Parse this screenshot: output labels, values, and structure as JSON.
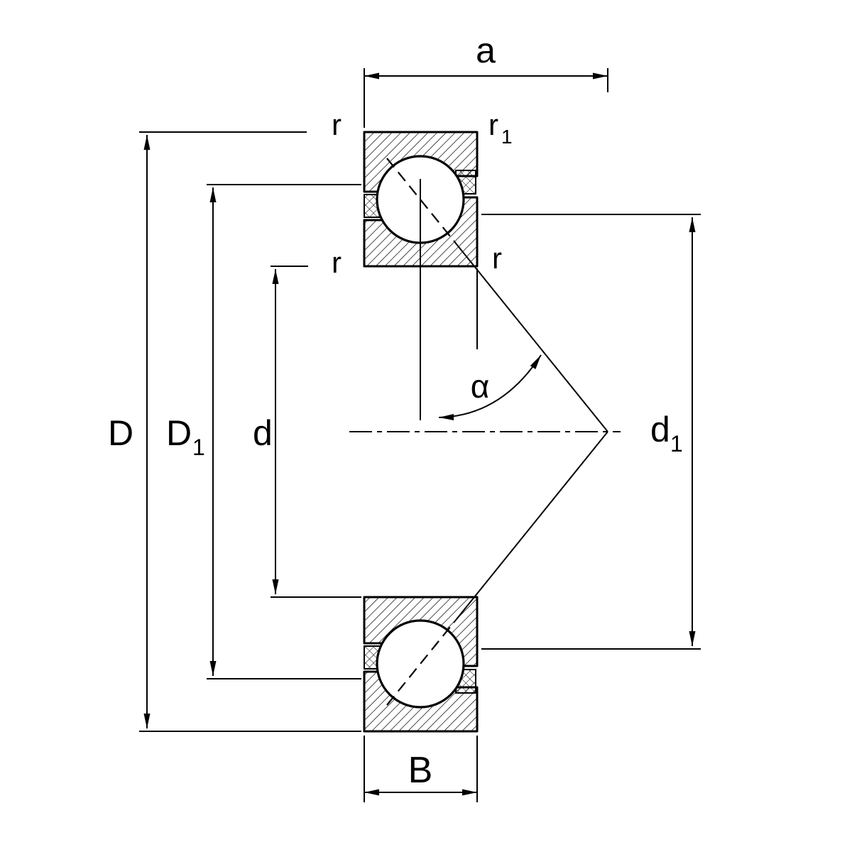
{
  "drawing": {
    "background_color": "#ffffff",
    "line_color": "#000000",
    "dimensions": {
      "a": {
        "label": "a"
      },
      "B": {
        "label": "B"
      },
      "D": {
        "label": "D"
      },
      "D1": {
        "label": "D",
        "sub": "1"
      },
      "d": {
        "label": "d"
      },
      "d1": {
        "label": "d",
        "sub": "1"
      },
      "alpha": {
        "label": "α"
      },
      "r_top_left": {
        "label": "r"
      },
      "r1_top_right": {
        "label": "r",
        "sub": "1"
      },
      "r_mid_left": {
        "label": "r"
      },
      "r_mid_right": {
        "label": "r"
      }
    }
  }
}
